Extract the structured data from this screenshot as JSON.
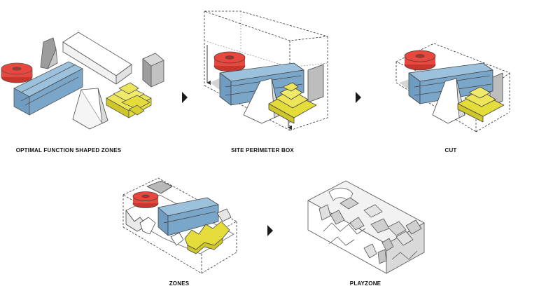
{
  "steps": [
    {
      "id": "step1",
      "label": "OPTIMAL FUNCTION SHAPED ZONES"
    },
    {
      "id": "step2",
      "label": "SITE PERIMETER BOX"
    },
    {
      "id": "step3",
      "label": "CUT"
    },
    {
      "id": "step4",
      "label": "ZONES"
    },
    {
      "id": "step5",
      "label": "PLAYZONE"
    }
  ],
  "colors": {
    "red": "#e8473d",
    "blue": "#7aa6c9",
    "yellow": "#e3dc3a",
    "white_block": "#ffffff",
    "grey_block": "#b9b9b9",
    "arrow": "#1a1a1a",
    "outline": "#444444"
  }
}
